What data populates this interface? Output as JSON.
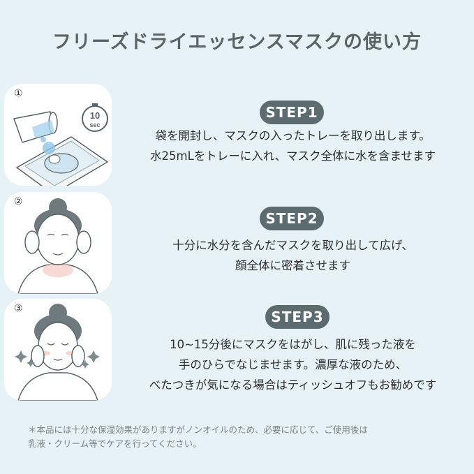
{
  "title": "フリーズドライエッセンスマスクの使い方",
  "steps": [
    {
      "number": "①",
      "label": "STEP1",
      "timer_value": "10",
      "timer_unit": "sec",
      "lines": [
        "袋を開封し、マスクの入ったトレーを取り出します。",
        "水25mLをトレーに入れ、マスク全体に水を含ませます"
      ]
    },
    {
      "number": "②",
      "label": "STEP2",
      "lines": [
        "十分に水分を含んだマスクを取り出して広げ、",
        "顔全体に密着させます"
      ]
    },
    {
      "number": "③",
      "label": "STEP3",
      "lines": [
        "10~15分後にマスクをはがし、肌に残った液を",
        "手のひらでなじませます。濃厚な液のため、",
        "べたつきが気になる場合はティッシュオフもお勧めです"
      ]
    }
  ],
  "note_lines": [
    "＊本品には十分な保湿効果がありますがノンオイルのため、必要に応じて、ご使用後は",
    "乳液・クリーム等でケアを行ってください。"
  ],
  "colors": {
    "background": "#e6f1f8",
    "pill": "#5b6b70",
    "title": "#5a6468"
  }
}
